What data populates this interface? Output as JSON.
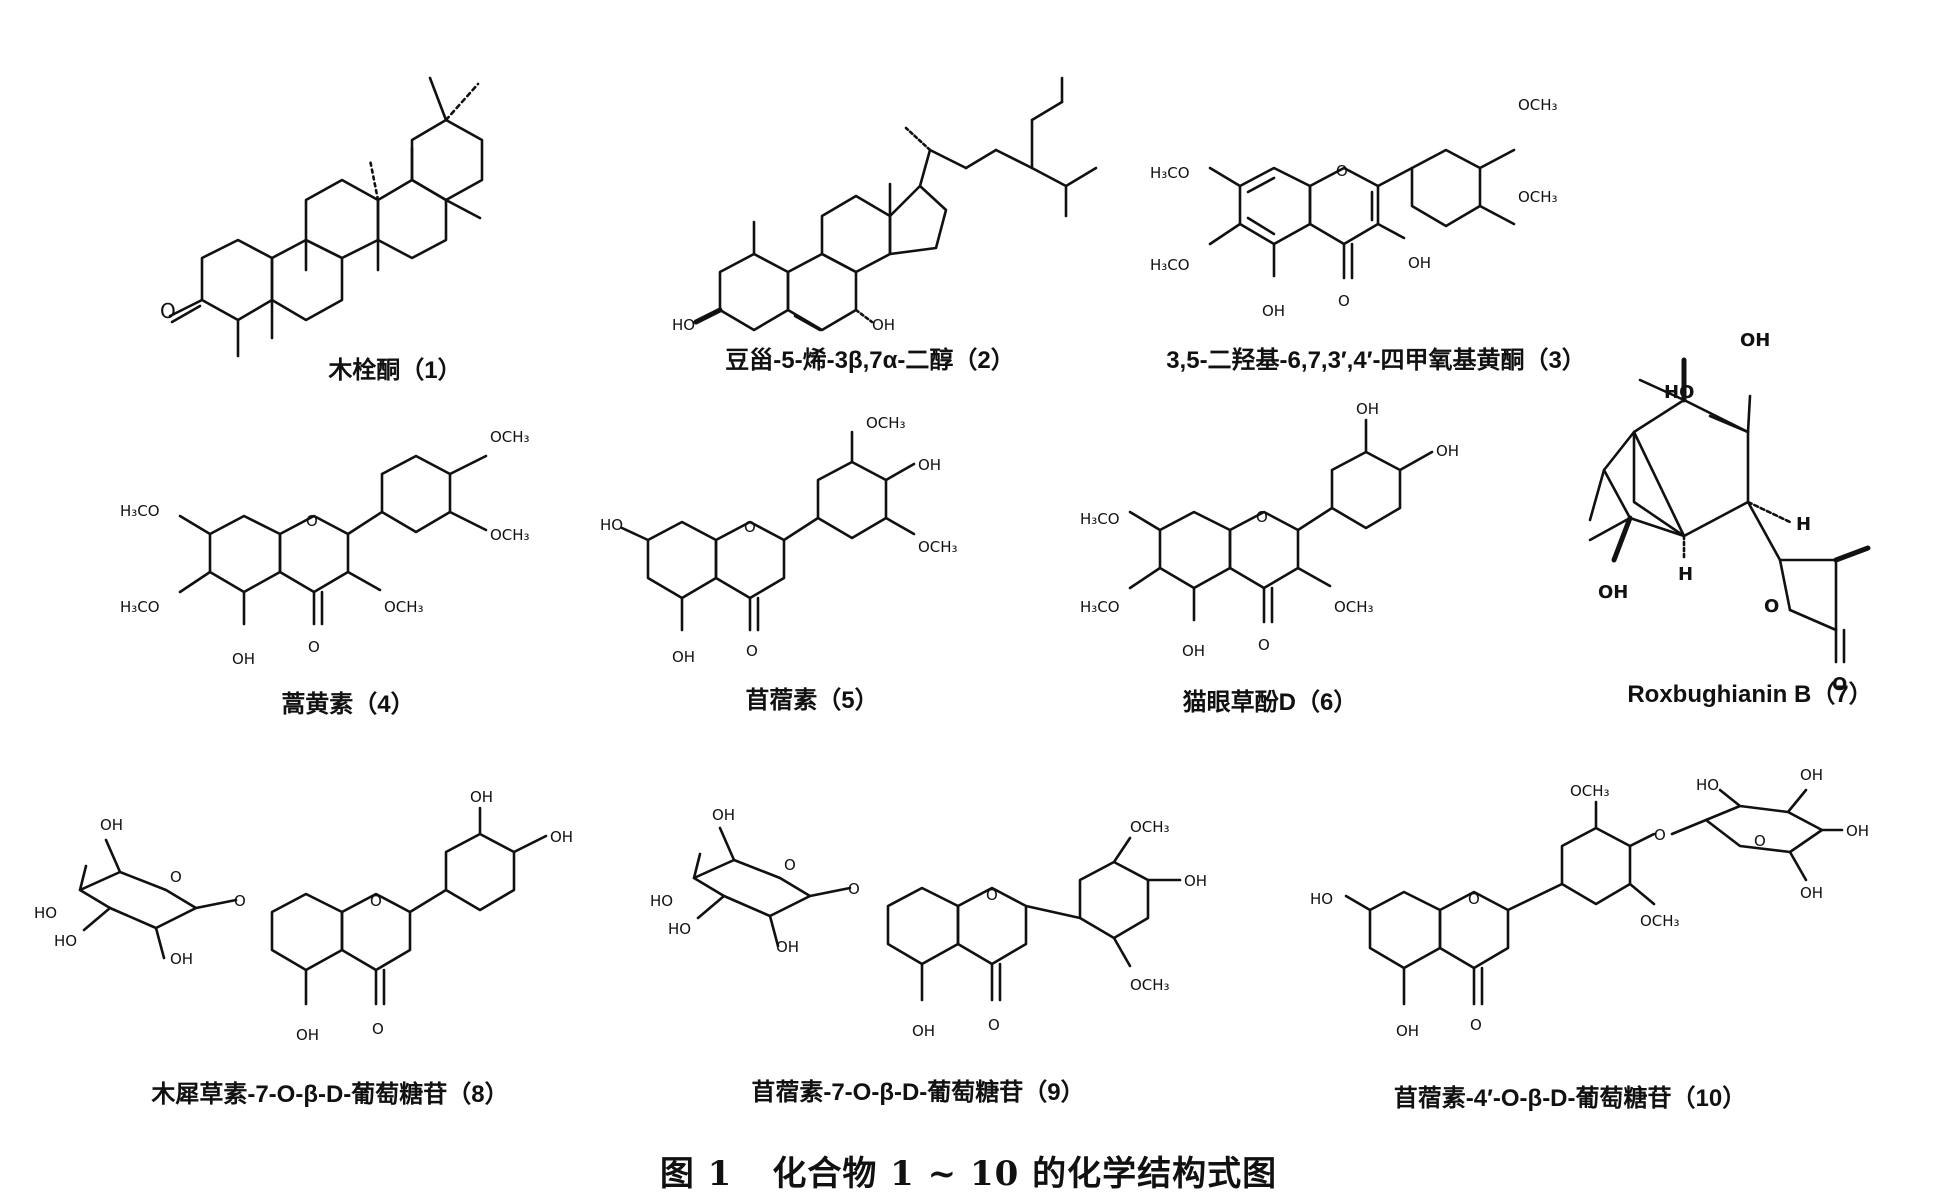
{
  "figure": {
    "number": "图 1",
    "title": "化合物 1 ~ 10 的化学结构式图"
  },
  "compounds": [
    {
      "id": "1",
      "name": "木栓酮（1）",
      "labels": [
        "O"
      ]
    },
    {
      "id": "2",
      "name": "豆甾-5-烯-3β,7α-二醇（2）",
      "labels": [
        "HO",
        "OH"
      ]
    },
    {
      "id": "3",
      "name": "3,5-二羟基-6,7,3′,4′-四甲氧基黄酮（3）",
      "labels": [
        "H₃CO",
        "H₃CO",
        "OH",
        "O",
        "O",
        "OH",
        "OCH₃",
        "OCH₃"
      ]
    },
    {
      "id": "4",
      "name": "蒿黄素（4）",
      "labels": [
        "H₃CO",
        "H₃CO",
        "OH",
        "O",
        "O",
        "OCH₃",
        "OCH₃",
        "OCH₃"
      ]
    },
    {
      "id": "5",
      "name": "苜蓿素（5）",
      "labels": [
        "HO",
        "OH",
        "O",
        "O",
        "OCH₃",
        "OH",
        "OCH₃"
      ]
    },
    {
      "id": "6",
      "name": "猫眼草酚D（6）",
      "labels": [
        "H₃CO",
        "H₃CO",
        "OH",
        "O",
        "O",
        "OCH₃",
        "OH",
        "OH"
      ]
    },
    {
      "id": "7",
      "name": "Roxbughianin B（7）",
      "labels": [
        "OH",
        "HO",
        "H",
        "H",
        "OH",
        "O",
        "O"
      ]
    },
    {
      "id": "8",
      "name": "木犀草素-7-O-β-D-葡萄糖苷（8）",
      "labels": [
        "OH",
        "HO",
        "HO",
        "OH",
        "O",
        "O",
        "O",
        "OH",
        "O",
        "OH",
        "OH"
      ]
    },
    {
      "id": "9",
      "name": "苜蓿素-7-O-β-D-葡萄糖苷（9）",
      "labels": [
        "OH",
        "HO",
        "HO",
        "OH",
        "O",
        "O",
        "O",
        "OH",
        "O",
        "OCH₃",
        "OH",
        "OCH₃"
      ]
    },
    {
      "id": "10",
      "name": "苜蓿素-4′-O-β-D-葡萄糖苷（10）",
      "labels": [
        "HO",
        "OH",
        "O",
        "O",
        "OCH₃",
        "OCH₃",
        "O",
        "HO",
        "OH",
        "OH",
        "OH",
        "O"
      ]
    }
  ]
}
